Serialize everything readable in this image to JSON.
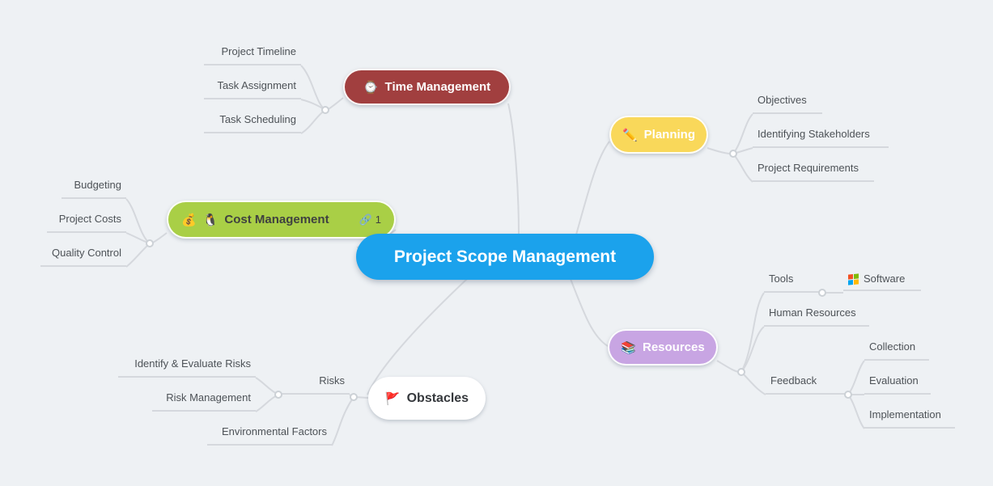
{
  "canvas": {
    "background": "#eef1f4",
    "connector_color": "#d5d8dd"
  },
  "root": {
    "label": "Project Scope Management",
    "background": "#1ba2ec",
    "text_color": "#ffffff"
  },
  "branches": {
    "time_management": {
      "label": "Time Management",
      "background": "#a13f3f",
      "text_color": "#ffffff",
      "icon": {
        "name": "watch-icon",
        "glyph": "⌚"
      },
      "children": [
        {
          "label": "Project Timeline"
        },
        {
          "label": "Task Assignment"
        },
        {
          "label": "Task Scheduling"
        }
      ]
    },
    "planning": {
      "label": "Planning",
      "background": "#f9d85a",
      "text_color": "#ffffff",
      "icon": {
        "name": "pencil-icon",
        "glyph": "✏️"
      },
      "children": [
        {
          "label": "Objectives"
        },
        {
          "label": "Identifying Stakeholders"
        },
        {
          "label": "Project Requirements"
        }
      ]
    },
    "cost_management": {
      "label": "Cost Management",
      "background": "#a9cf46",
      "text_color": "#3f4140",
      "icons": [
        {
          "name": "money-bag-icon",
          "glyph": "💰"
        },
        {
          "name": "penguin-icon",
          "glyph": "🐧"
        }
      ],
      "link": {
        "icon": "link-icon",
        "glyph": "🔗",
        "count": "1",
        "color": "#2d9aa8"
      },
      "children": [
        {
          "label": "Budgeting"
        },
        {
          "label": "Project Costs"
        },
        {
          "label": "Quality Control"
        }
      ]
    },
    "resources": {
      "label": "Resources",
      "background": "#c8a5e3",
      "text_color": "#ffffff",
      "icon": {
        "name": "books-icon",
        "glyph": "📚"
      },
      "children": [
        {
          "label": "Tools",
          "children": [
            {
              "label": "Software",
              "icon": {
                "name": "windows-logo-icon",
                "colors": [
                  "#f25022",
                  "#7fba00",
                  "#00a4ef",
                  "#ffb900"
                ]
              }
            }
          ]
        },
        {
          "label": "Human Resources"
        },
        {
          "label": "Feedback",
          "children": [
            {
              "label": "Collection"
            },
            {
              "label": "Evaluation"
            },
            {
              "label": "Implementation"
            }
          ]
        }
      ]
    },
    "obstacles": {
      "label": "Obstacles",
      "background": "#ffffff",
      "text_color": "#36393d",
      "icon": {
        "name": "flag-icon",
        "glyph": "🚩"
      },
      "children": [
        {
          "label": "Risks",
          "children": [
            {
              "label": "Identify & Evaluate Risks"
            },
            {
              "label": "Risk Management"
            }
          ]
        },
        {
          "label": "Environmental Factors"
        }
      ]
    }
  }
}
